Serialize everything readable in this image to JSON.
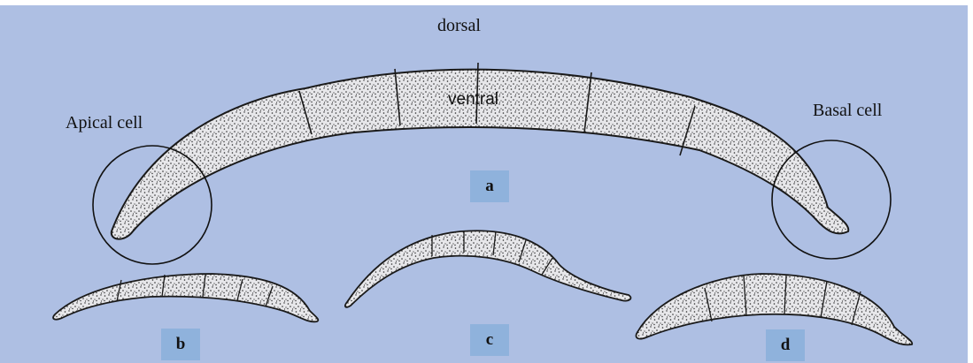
{
  "labels": {
    "dorsal": "dorsal",
    "ventral": "ventral",
    "apical": "Apical cell",
    "basal": "Basal cell"
  },
  "panels": {
    "a": "a",
    "b": "b",
    "c": "c",
    "d": "d"
  },
  "colors": {
    "background": "#aebfe3",
    "tag": "#8fb2dc",
    "cell_fill": "#e7e7ea",
    "outline": "#1a1a1a"
  }
}
